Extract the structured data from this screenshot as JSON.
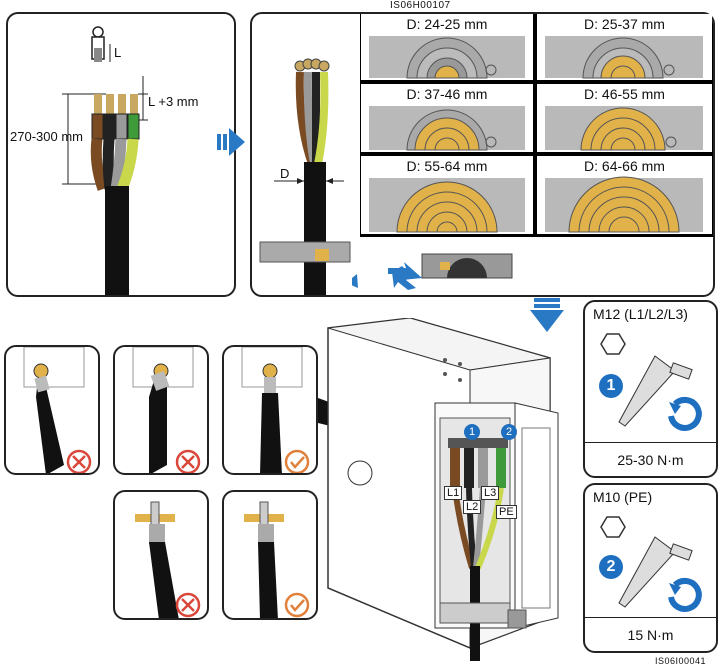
{
  "header_code": "IS06H00107",
  "footer_code": "IS06I00041",
  "strip": {
    "l_label": "L",
    "l_plus_label": "L +3 mm",
    "length_label": "270-300 mm"
  },
  "cable": {
    "d_label": "D"
  },
  "diameters": [
    {
      "label": "D: 24-25 mm"
    },
    {
      "label": "D: 25-37 mm"
    },
    {
      "label": "D: 37-46 mm"
    },
    {
      "label": "D: 46-55 mm"
    },
    {
      "label": "D: 55-64 mm"
    },
    {
      "label": "D: 64-66 mm"
    }
  ],
  "terminals": {
    "l1": "L1",
    "l2": "L2",
    "l3": "L3",
    "pe": "PE",
    "callout1": "1",
    "callout2": "2"
  },
  "tools": [
    {
      "title": "M12 (L1/L2/L3)",
      "step": "1",
      "torque": "25-30 N·m"
    },
    {
      "title": "M10 (PE)",
      "step": "2",
      "torque": "15 N·m"
    }
  ],
  "colors": {
    "arrow_blue": "#2a79c4",
    "step_blue": "#1f6fc0",
    "wrong_red": "#d9473a",
    "ok_orange": "#e0803a",
    "copper": "#e2b24a",
    "grey_seal": "#b9b9b9"
  }
}
